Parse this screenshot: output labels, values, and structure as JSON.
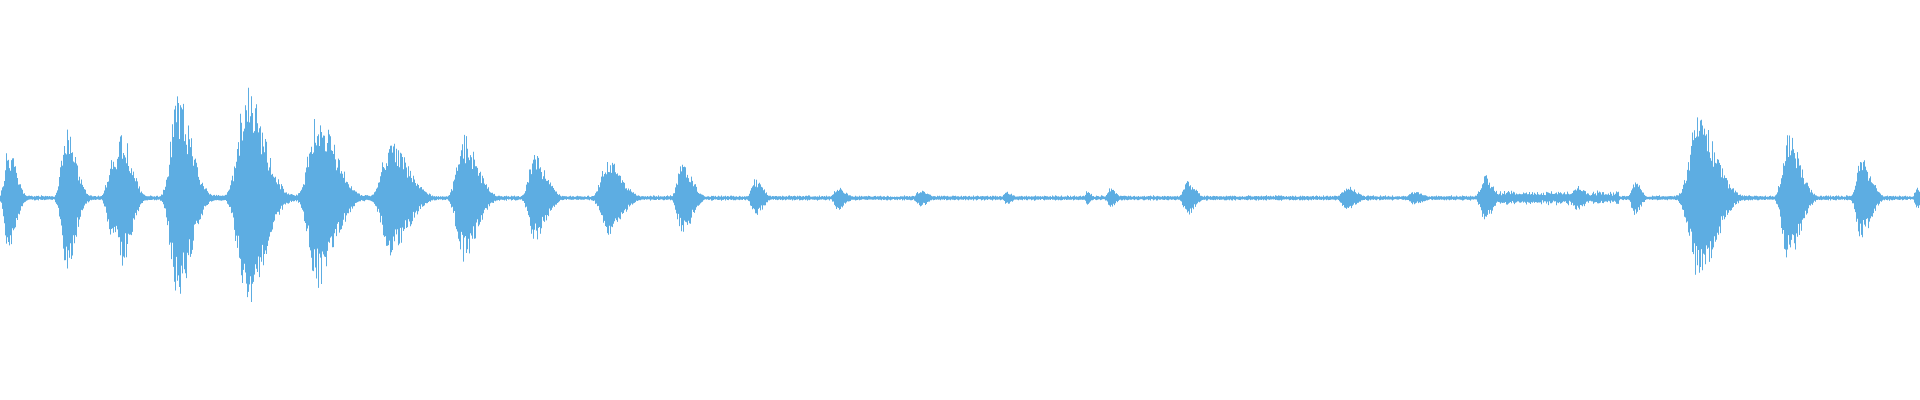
{
  "waveform": {
    "color": "#5dade2",
    "background": "#ffffff",
    "duration_fraction_unit": "0-1 of timeline",
    "baseline_noise": 0.025,
    "events": [
      {
        "at": 0.004,
        "amp": 0.46,
        "width": 0.004
      },
      {
        "at": 0.034,
        "amp": 0.66,
        "width": 0.005
      },
      {
        "at": 0.058,
        "amp": 0.35,
        "width": 0.005
      },
      {
        "at": 0.063,
        "amp": 0.62,
        "width": 0.005
      },
      {
        "at": 0.092,
        "amp": 0.95,
        "width": 0.007
      },
      {
        "at": 0.128,
        "amp": 1.0,
        "width": 0.009
      },
      {
        "at": 0.165,
        "amp": 0.82,
        "width": 0.009
      },
      {
        "at": 0.203,
        "amp": 0.53,
        "width": 0.009
      },
      {
        "at": 0.241,
        "amp": 0.57,
        "width": 0.007
      },
      {
        "at": 0.278,
        "amp": 0.39,
        "width": 0.006
      },
      {
        "at": 0.316,
        "amp": 0.36,
        "width": 0.007
      },
      {
        "at": 0.355,
        "amp": 0.34,
        "width": 0.005
      },
      {
        "at": 0.393,
        "amp": 0.17,
        "width": 0.004
      },
      {
        "at": 0.436,
        "amp": 0.11,
        "width": 0.004
      },
      {
        "at": 0.479,
        "amp": 0.08,
        "width": 0.004
      },
      {
        "at": 0.524,
        "amp": 0.06,
        "width": 0.003
      },
      {
        "at": 0.566,
        "amp": 0.07,
        "width": 0.002
      },
      {
        "at": 0.578,
        "amp": 0.09,
        "width": 0.003
      },
      {
        "at": 0.618,
        "amp": 0.16,
        "width": 0.004
      },
      {
        "at": 0.666,
        "amp": 0.03,
        "width": 0.002
      },
      {
        "at": 0.701,
        "amp": 0.11,
        "width": 0.005
      },
      {
        "at": 0.736,
        "amp": 0.06,
        "width": 0.005
      },
      {
        "at": 0.773,
        "amp": 0.21,
        "width": 0.004
      },
      {
        "at": 0.821,
        "amp": 0.12,
        "width": 0.004
      },
      {
        "at": 0.851,
        "amp": 0.17,
        "width": 0.003
      },
      {
        "at": 0.884,
        "amp": 0.75,
        "width": 0.009
      },
      {
        "at": 0.931,
        "amp": 0.6,
        "width": 0.006
      },
      {
        "at": 0.969,
        "amp": 0.37,
        "width": 0.005
      },
      {
        "at": 0.998,
        "amp": 0.1,
        "width": 0.002
      }
    ],
    "sustained_segments": [
      {
        "from": 0.769,
        "to": 0.843,
        "amp": 0.07
      }
    ]
  }
}
